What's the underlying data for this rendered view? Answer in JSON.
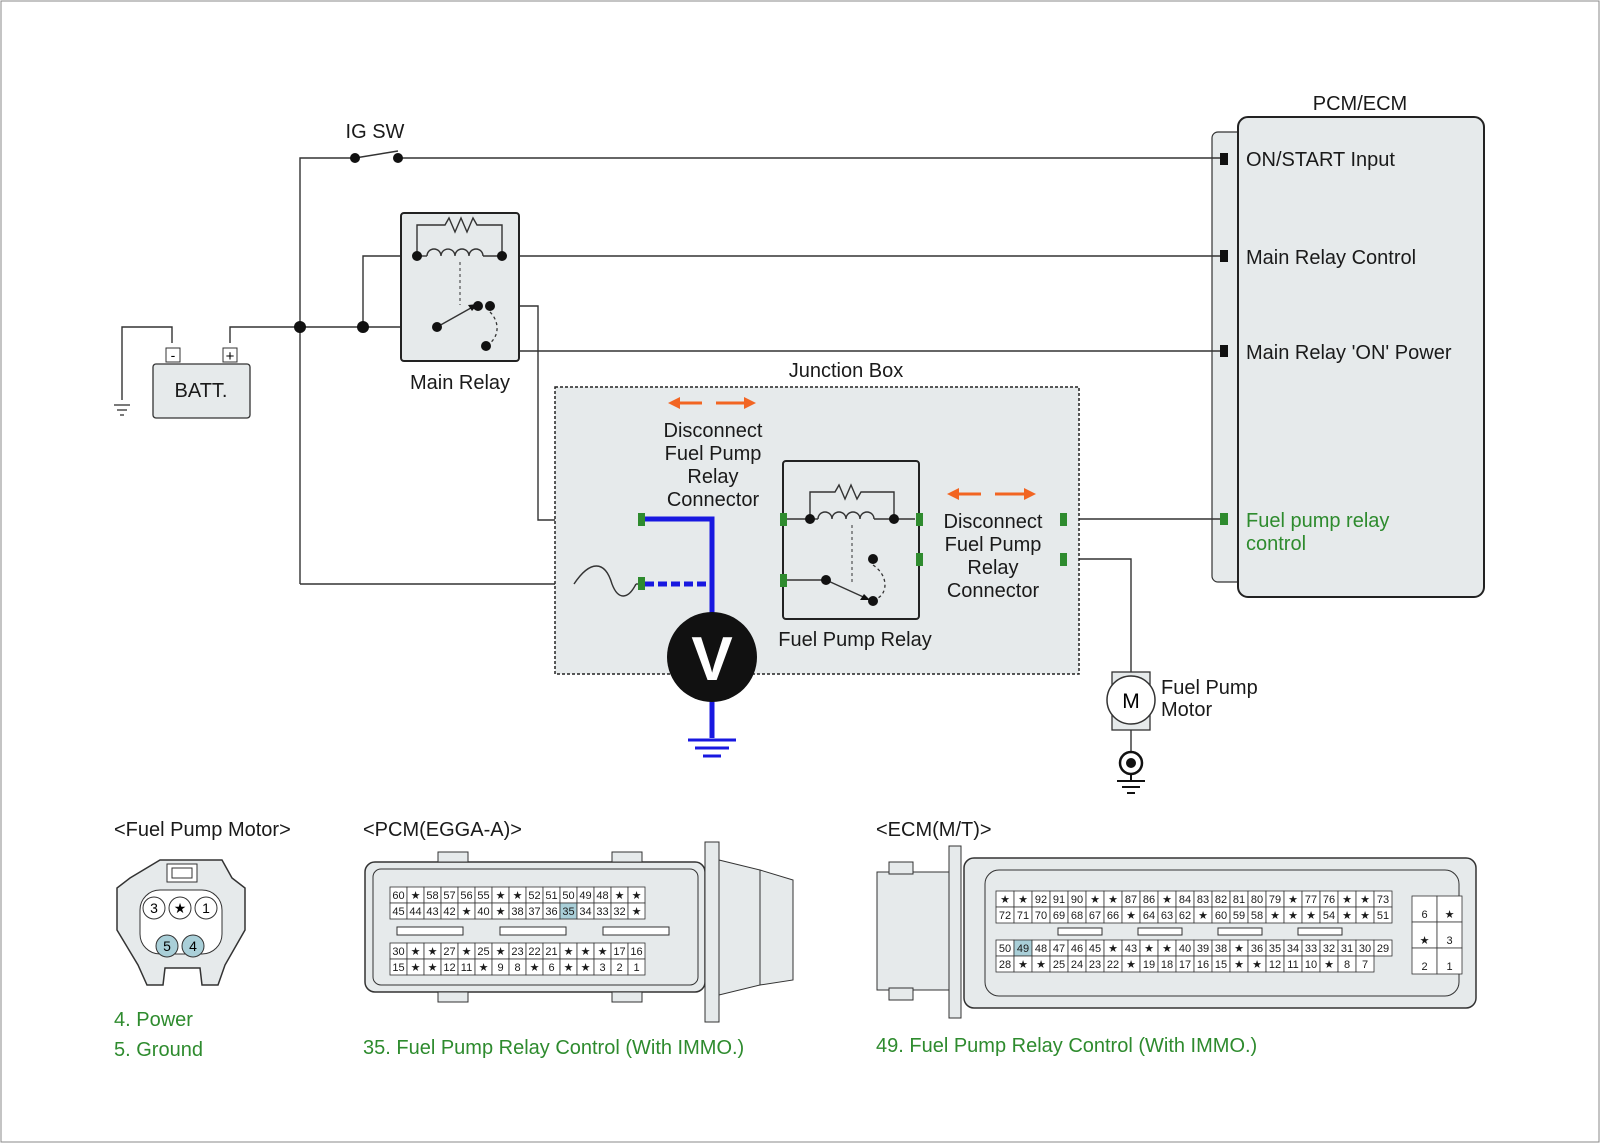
{
  "labels": {
    "ig_sw": "IG SW",
    "batt": "BATT.",
    "batt_minus": "-",
    "batt_plus": "+",
    "main_relay": "Main Relay",
    "junction_box": "Junction Box",
    "pcm_ecm": "PCM/ECM",
    "on_start_input": "ON/START Input",
    "main_relay_control": "Main Relay Control",
    "main_relay_on_power": "Main Relay 'ON' Power",
    "fuel_pump_relay_control_1": "Fuel pump relay",
    "fuel_pump_relay_control_2": "control",
    "disconnect_1": "Disconnect",
    "disconnect_2": "Fuel Pump",
    "disconnect_3": "Relay",
    "disconnect_4": "Connector",
    "fuel_pump_relay": "Fuel Pump Relay",
    "fuel_pump_motor_1": "Fuel Pump",
    "fuel_pump_motor_2": "Motor",
    "motor_symbol": "M",
    "voltmeter_symbol": "V"
  },
  "connectors": {
    "fuel_pump_motor": {
      "title": "<Fuel Pump Motor>",
      "pins_top": [
        "3",
        "★",
        "1"
      ],
      "pins_bottom": [
        "5",
        "4"
      ],
      "notes": [
        "4. Power",
        "5. Ground"
      ]
    },
    "pcm": {
      "title": "<PCM(EGGA-A)>",
      "row1": [
        "60",
        "★",
        "58",
        "57",
        "56",
        "55",
        "★",
        "★",
        "52",
        "51",
        "50",
        "49",
        "48",
        "★",
        "★"
      ],
      "row2": [
        "45",
        "44",
        "43",
        "42",
        "★",
        "40",
        "★",
        "38",
        "37",
        "36",
        "35",
        "34",
        "33",
        "32",
        "★"
      ],
      "row3": [
        "30",
        "★",
        "★",
        "27",
        "★",
        "25",
        "★",
        "23",
        "22",
        "21",
        "★",
        "★",
        "★",
        "17",
        "16"
      ],
      "row4": [
        "15",
        "★",
        "★",
        "12",
        "11",
        "★",
        "9",
        "8",
        "★",
        "6",
        "★",
        "★",
        "3",
        "2",
        "1"
      ],
      "highlight": "35",
      "note": "35. Fuel Pump Relay Control (With IMMO.)"
    },
    "ecm": {
      "title": "<ECM(M/T)>",
      "row1": [
        "★",
        "★",
        "92",
        "91",
        "90",
        "★",
        "★",
        "87",
        "86",
        "★",
        "84",
        "83",
        "82",
        "81",
        "80",
        "79",
        "★",
        "77",
        "76",
        "★",
        "★",
        "73"
      ],
      "row2": [
        "72",
        "71",
        "70",
        "69",
        "68",
        "67",
        "66",
        "★",
        "64",
        "63",
        "62",
        "★",
        "60",
        "59",
        "58",
        "★",
        "★",
        "★",
        "54",
        "★",
        "★",
        "51"
      ],
      "row3": [
        "50",
        "49",
        "48",
        "47",
        "46",
        "45",
        "★",
        "43",
        "★",
        "★",
        "40",
        "39",
        "38",
        "★",
        "36",
        "35",
        "34",
        "33",
        "32",
        "31",
        "30",
        "29"
      ],
      "row4": [
        "28",
        "★",
        "★",
        "25",
        "24",
        "23",
        "22",
        "★",
        "19",
        "18",
        "17",
        "16",
        "15",
        "★",
        "★",
        "12",
        "11",
        "10",
        "★",
        "8",
        "7"
      ],
      "side": [
        "6",
        "★",
        "★",
        "3",
        "2",
        "1"
      ],
      "highlight": "49",
      "note": "49. Fuel Pump Relay Control (With IMMO.)"
    }
  },
  "colors": {
    "accent_green": "#2e8b2e",
    "probe_blue": "#1818e0",
    "arrow_orange": "#f26522",
    "panel_fill": "#e6eaeb",
    "highlight_pin": "#a9cfd8"
  }
}
